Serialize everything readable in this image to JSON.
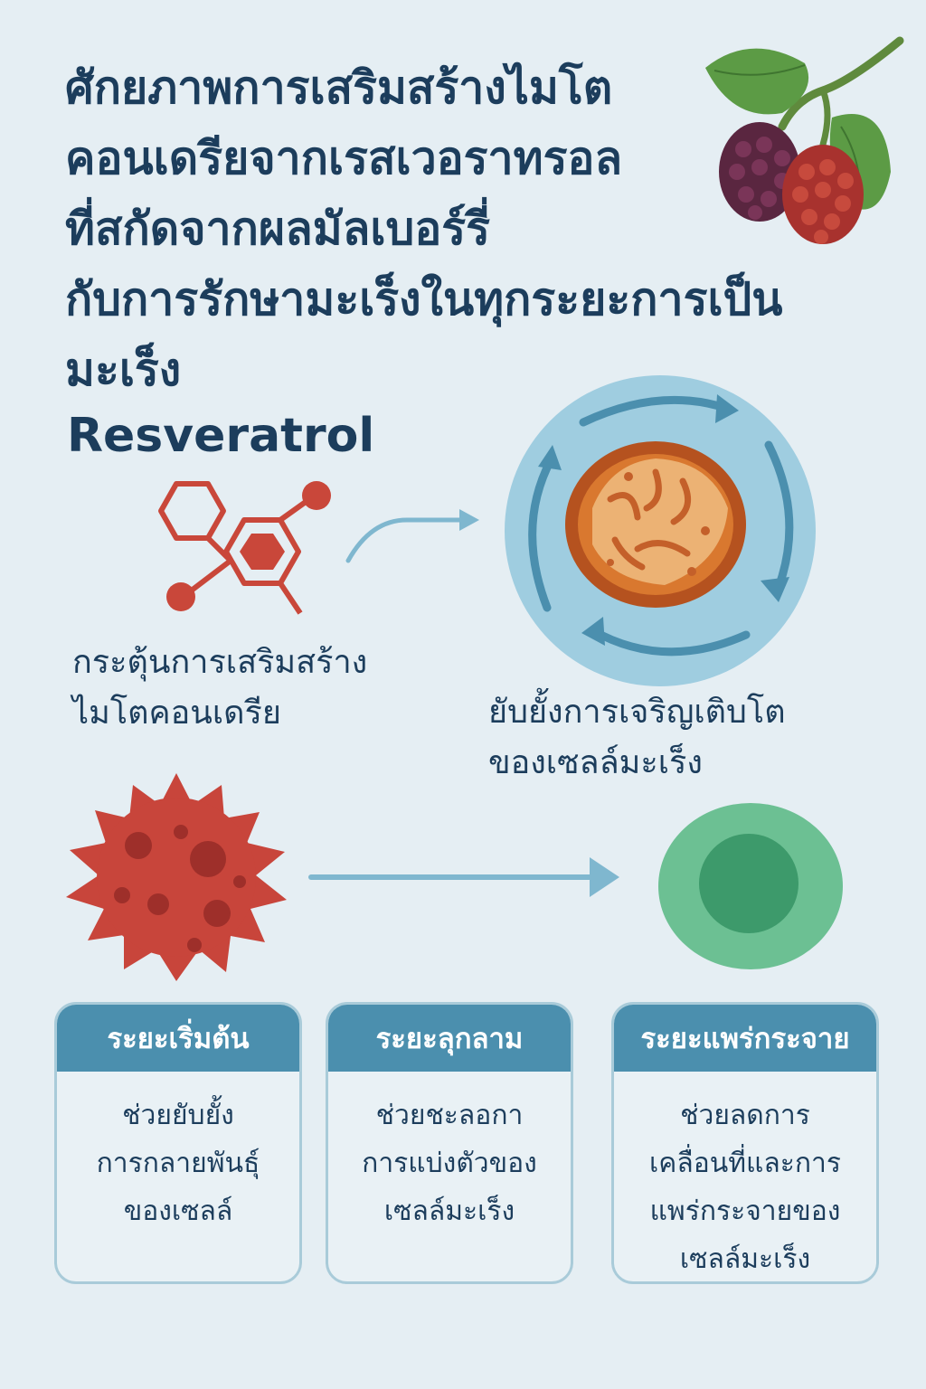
{
  "title_lines": [
    "ศักยภาพการเสริมสร้างไมโต",
    "คอนเดรียจากเรสเวอราทรอล",
    "ที่สกัดจากผลมัลเบอร์รี่",
    "กับการรักษามะเร็งในทุกระยะการเป็น",
    "มะเร็ง"
  ],
  "compound_name": "Resveratrol",
  "mechanism_captions": {
    "stimulate": [
      "กระตุ้นการเสริมสร้าง",
      "ไมโตคอนเดรีย"
    ],
    "inhibit": [
      "ยับยั้งการเจริญเติบโต",
      "ของเซลล์มะเร็ง"
    ]
  },
  "stages": [
    {
      "title": "ระยะเริ่มต้น",
      "lines": [
        "ช่วยยับยั้ง",
        "การกลายพันธุ์",
        "ของเซลล์"
      ]
    },
    {
      "title": "ระยะลุกลาม",
      "lines": [
        "ช่วยชะลอกา",
        "การแบ่งตัวของ",
        "เซลล์มะเร็ง"
      ]
    },
    {
      "title": "ระยะแพร่กระจาย",
      "lines": [
        "ช่วยลดการ",
        "เคลื่อนที่และการ",
        "แพร่กระจายของ",
        "เซลล์มะเร็ง"
      ]
    }
  ],
  "colors": {
    "background": "#e5eef3",
    "title": "#1c3d5c",
    "molecule": "#c9473a",
    "arrow": "#7fb7cf",
    "mitochondria_ring": "#9fcde0",
    "mitochondria": "#c4602a",
    "cancer_cell": "#c8453b",
    "healthy_cell": "#6cc093",
    "stage_header": "#4b8fae"
  },
  "icons": [
    "mulberry-icon",
    "resveratrol-molecule-icon",
    "mitochondria-icon",
    "cancer-cell-icon",
    "healthy-cell-icon"
  ]
}
